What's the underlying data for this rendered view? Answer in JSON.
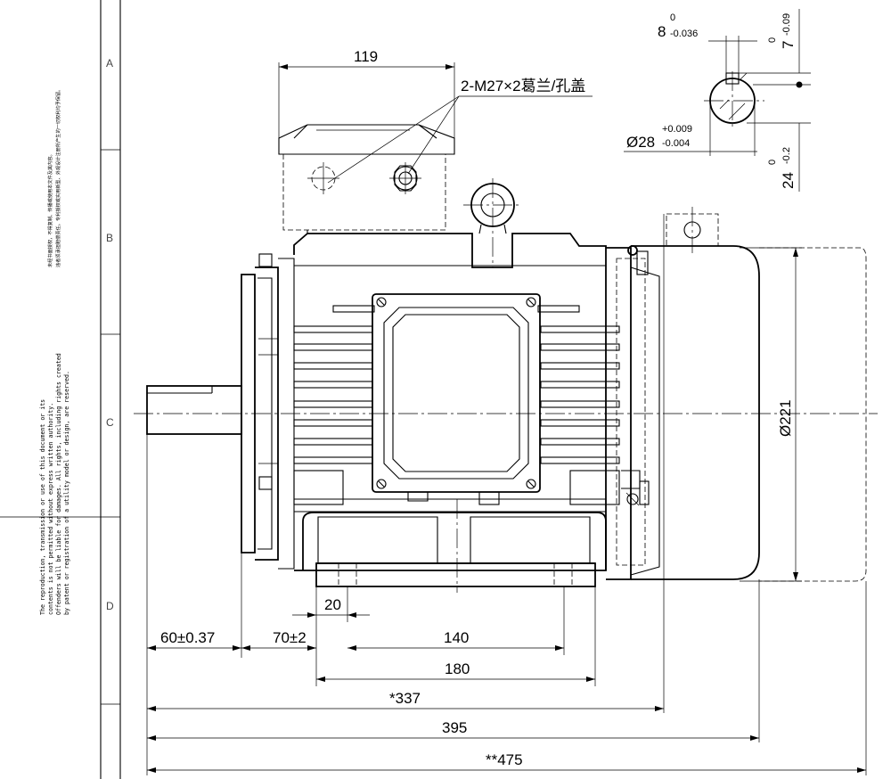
{
  "border": {
    "row_labels": [
      "A",
      "B",
      "C",
      "D"
    ]
  },
  "notes": {
    "english": [
      "The reproduction, transmission or use of this document or its",
      "contents is not permitted without express written authority.",
      "Offenders will be liable for damages. All rights, including rights created",
      "by patent or registration of a utility model or design, are reserved."
    ],
    "chinese": [
      "未经书面授权，不得复制、传播或使用本文件及其内容。",
      "违者须承担赔偿责任。专利授权或实用新型、外观设计注册所产生的一切权利均予保留。"
    ]
  },
  "terminal_box": {
    "width_dim": "119",
    "gland_label": "2-M27×2葛兰/孔盖"
  },
  "shaft_section": {
    "key_width": "8",
    "key_width_tol_upper": "0",
    "key_width_tol_lower": "-0.036",
    "key_depth": "7",
    "key_depth_tol_upper": "0",
    "key_depth_tol_lower": "-0.09",
    "shaft_diameter": "Ø28",
    "shaft_diameter_tol_upper": "+0.009",
    "shaft_diameter_tol_lower": "-0.004",
    "key_height": "24",
    "key_height_tol_upper": "0",
    "key_height_tol_lower": "-0.2"
  },
  "dimensions": {
    "shaft_length": "60±0.37",
    "shaft_to_foot": "70±2",
    "foot_width": "20",
    "foot_hole_spacing": "140",
    "foot_length": "180",
    "length_337": "*337",
    "length_395": "395",
    "length_475": "**475",
    "frame_diameter": "Ø221"
  }
}
